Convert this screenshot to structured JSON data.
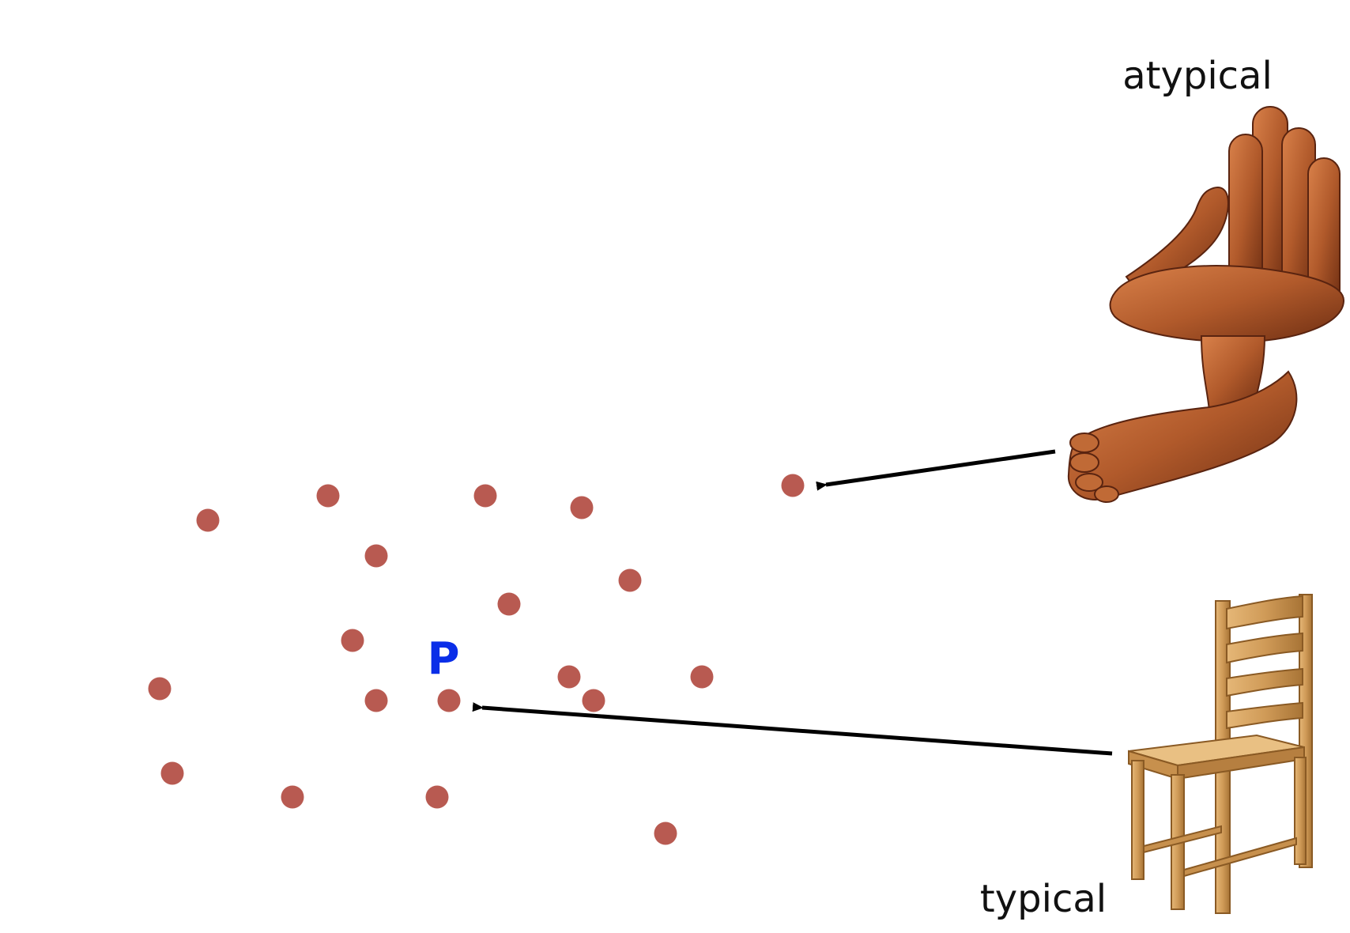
{
  "labels": {
    "prototype": "P",
    "atypical": "atypical",
    "typical": "typical"
  },
  "icons": {
    "atypical_item": "hand-chair-icon",
    "typical_item": "wooden-chair-icon"
  },
  "colors": {
    "dot": "#b85a51",
    "prototype": "#0a2ee8",
    "arrow": "#000000",
    "text": "#111111"
  }
}
